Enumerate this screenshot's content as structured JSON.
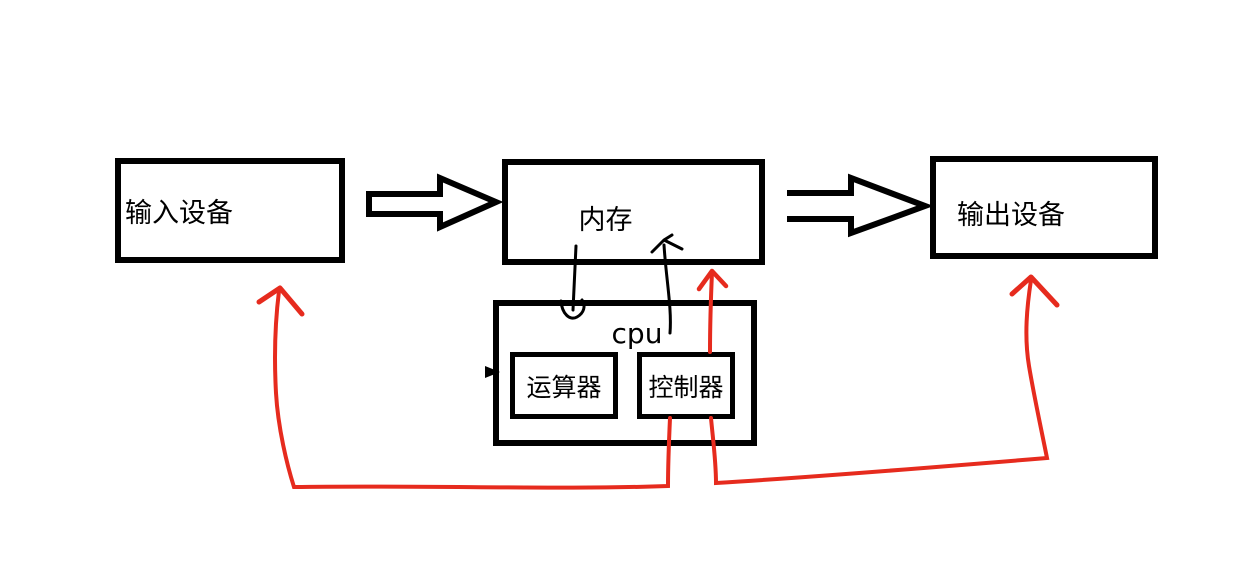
{
  "diagram": {
    "boxes": {
      "input": {
        "label": "输入设备"
      },
      "memory": {
        "label": "内存"
      },
      "output": {
        "label": "输出设备"
      },
      "cpu": {
        "label": "cpu"
      },
      "alu": {
        "label": "运算器"
      },
      "controller": {
        "label": "控制器"
      }
    },
    "colors": {
      "black": "#000000",
      "red": "#e62b1e",
      "box_fill": "#ffffff",
      "background": "#ffffff"
    },
    "arrows": [
      {
        "name": "input-to-memory",
        "type": "block-outline-arrow",
        "color": "black",
        "from": "输入设备",
        "to": "内存"
      },
      {
        "name": "memory-to-output",
        "type": "block-outline-arrow",
        "color": "black",
        "from": "内存",
        "to": "输出设备"
      },
      {
        "name": "memory-to-cpu",
        "type": "thin-arrow",
        "color": "black",
        "from": "内存",
        "to": "cpu"
      },
      {
        "name": "cpu-to-memory",
        "type": "thin-arrow",
        "color": "black",
        "from": "cpu",
        "to": "内存"
      },
      {
        "name": "controller-to-memory",
        "type": "thin-arrow",
        "color": "red",
        "from": "控制器",
        "to": "内存"
      },
      {
        "name": "controller-to-input-device",
        "type": "thin-arrow",
        "color": "red",
        "from": "控制器",
        "to": "输入设备"
      },
      {
        "name": "controller-to-output-device",
        "type": "thin-arrow",
        "color": "red",
        "from": "控制器",
        "to": "输出设备"
      }
    ]
  }
}
